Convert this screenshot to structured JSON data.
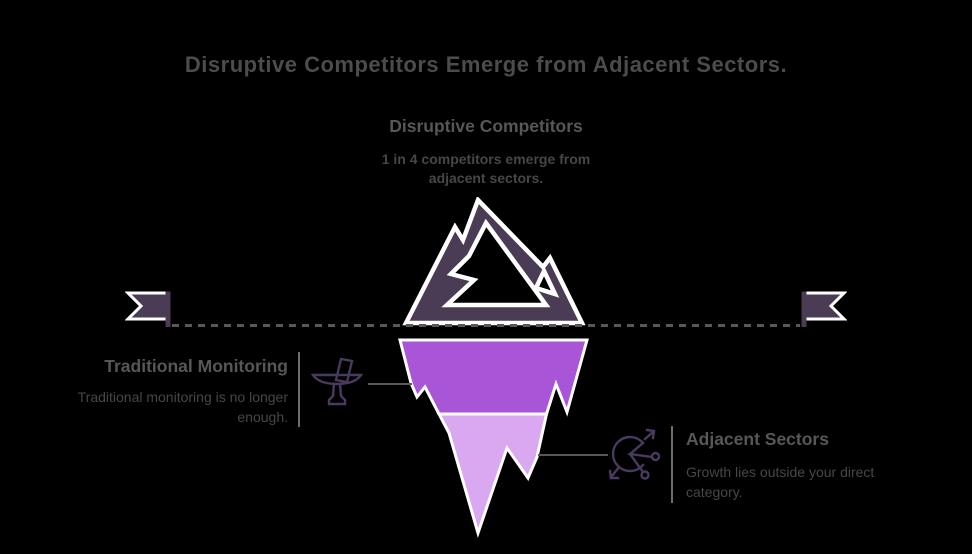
{
  "title": "Disruptive Competitors Emerge from Adjacent Sectors.",
  "top_section": {
    "heading": "Disruptive Competitors",
    "body": "1 in 4 competitors emerge from adjacent sectors."
  },
  "left_section": {
    "heading": "Traditional Monitoring",
    "body": "Traditional monitoring is no longer enough.",
    "icon": "periscope-icon"
  },
  "right_section": {
    "heading": "Adjacent Sectors",
    "body": "Growth lies outside your direct category.",
    "icon": "pivot-arrows-icon"
  },
  "diagram": {
    "type": "iceberg-infographic",
    "above_water_icon": "mountain-peak-icon",
    "waterline_markers": "ribbon-flag-left-and-right",
    "submerged_layers": [
      "mid-purple-layer",
      "light-purple-layer"
    ]
  },
  "colors": {
    "title_text": "#4c4c4c",
    "heading_text": "#575757",
    "body_text": "#474747",
    "mountain": "#4a3c55",
    "iceberg_mid": "#a855d8",
    "iceberg_light": "#daa7f1",
    "outline": "#ffffff",
    "waterline": "#585858",
    "divider": "#6e6e6e",
    "icon_stroke": "#4a3a5e"
  }
}
